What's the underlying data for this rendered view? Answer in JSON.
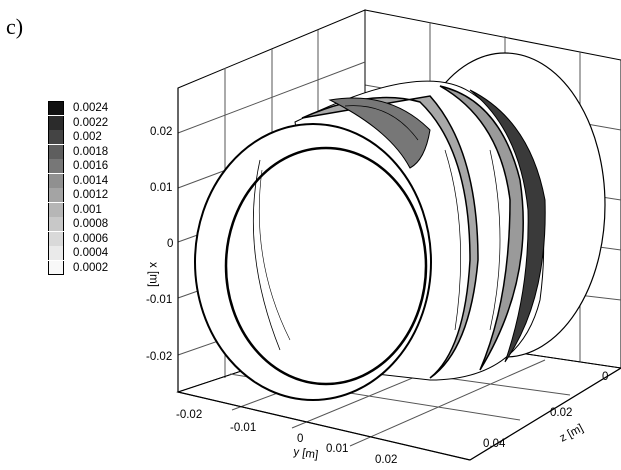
{
  "panel_label": "c)",
  "legend": {
    "labels": [
      "0.0024",
      "0.0022",
      "0.002",
      "0.0018",
      "0.0016",
      "0.0014",
      "0.0012",
      "0.001",
      "0.0008",
      "0.0006",
      "0.0004",
      "0.0002"
    ],
    "colors": [
      "#111111",
      "#2b2b2b",
      "#444444",
      "#5e5e5e",
      "#777777",
      "#909090",
      "#a4a4a4",
      "#b6b6b6",
      "#c8c8c8",
      "#d9d9d9",
      "#eaeaea",
      "#f8f8f8"
    ]
  },
  "axes": {
    "x_title": "x [m]",
    "y_title": "y [m]",
    "z_title": "z [m]",
    "x_ticks": [
      "0.02",
      "0.01",
      "0",
      "-0.01",
      "-0.02"
    ],
    "y_ticks": [
      "-0.02",
      "-0.01",
      "0",
      "0.01",
      "0.02"
    ],
    "z_ticks": [
      "0",
      "0.02",
      "0.04"
    ]
  }
}
